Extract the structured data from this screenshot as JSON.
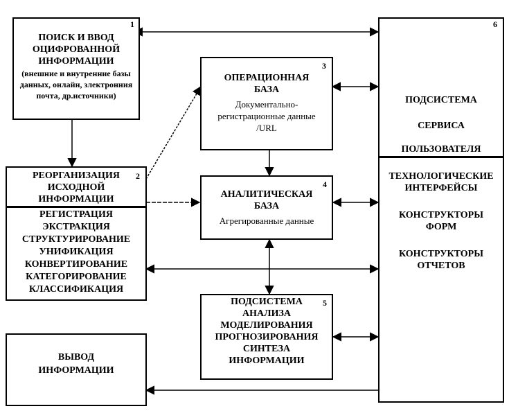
{
  "boxes": {
    "b1": {
      "num": "1",
      "title": "ПОИСК И ВВОД ОЦИФРОВАННОЙ ИНФОРМАЦИИ",
      "desc": "(внешние и внутренние базы данных, онлайн, злектронния почта, др.источники)"
    },
    "b2": {
      "num": "2",
      "title": "РЕОРГАНИЗАЦИЯ ИСХОДНОЙ ИНФОРМАЦИИ",
      "items": [
        "РЕГИСТРАЦИЯ",
        "ЭКСТРАКЦИЯ",
        "СТРУКТУРИРОВАНИЕ",
        "УНИФИКАЦИЯ",
        "КОНВЕРТИРОВАНИЕ",
        "КАТЕГОРИРОВАНИЕ",
        "КЛАССИФИКАЦИЯ"
      ]
    },
    "b3": {
      "num": "3",
      "title": "ОПЕРАЦИОННАЯ БАЗА",
      "desc": "Документально-регистрационные данные /URL"
    },
    "b4": {
      "num": "4",
      "title": "АНАЛИТИЧЕСКАЯ БАЗА",
      "desc": "Агрегированные данные"
    },
    "b5": {
      "num": "5",
      "title": "ПОДСИСТЕМА АНАЛИЗА МОДЕЛИРОВАНИЯ ПРОГНОЗИРОВАНИЯ СИНТЕЗА ИНФОРМАЦИИ"
    },
    "b6": {
      "num": "6",
      "top": [
        "ПОДСИСТЕМА",
        "СЕРВИСА",
        "ПОЛЬЗОВАТЕЛЯ"
      ],
      "bottom": [
        "ТЕХНОЛОГИЧЕСКИЕ ИНТЕРФЕЙСЫ",
        "КОНСТРУКТОРЫ ФОРМ",
        "КОНСТРУКТОРЫ ОТЧЕТОВ"
      ]
    },
    "out": {
      "title": "ВЫВОД ИНФОРМАЦИИ"
    }
  }
}
